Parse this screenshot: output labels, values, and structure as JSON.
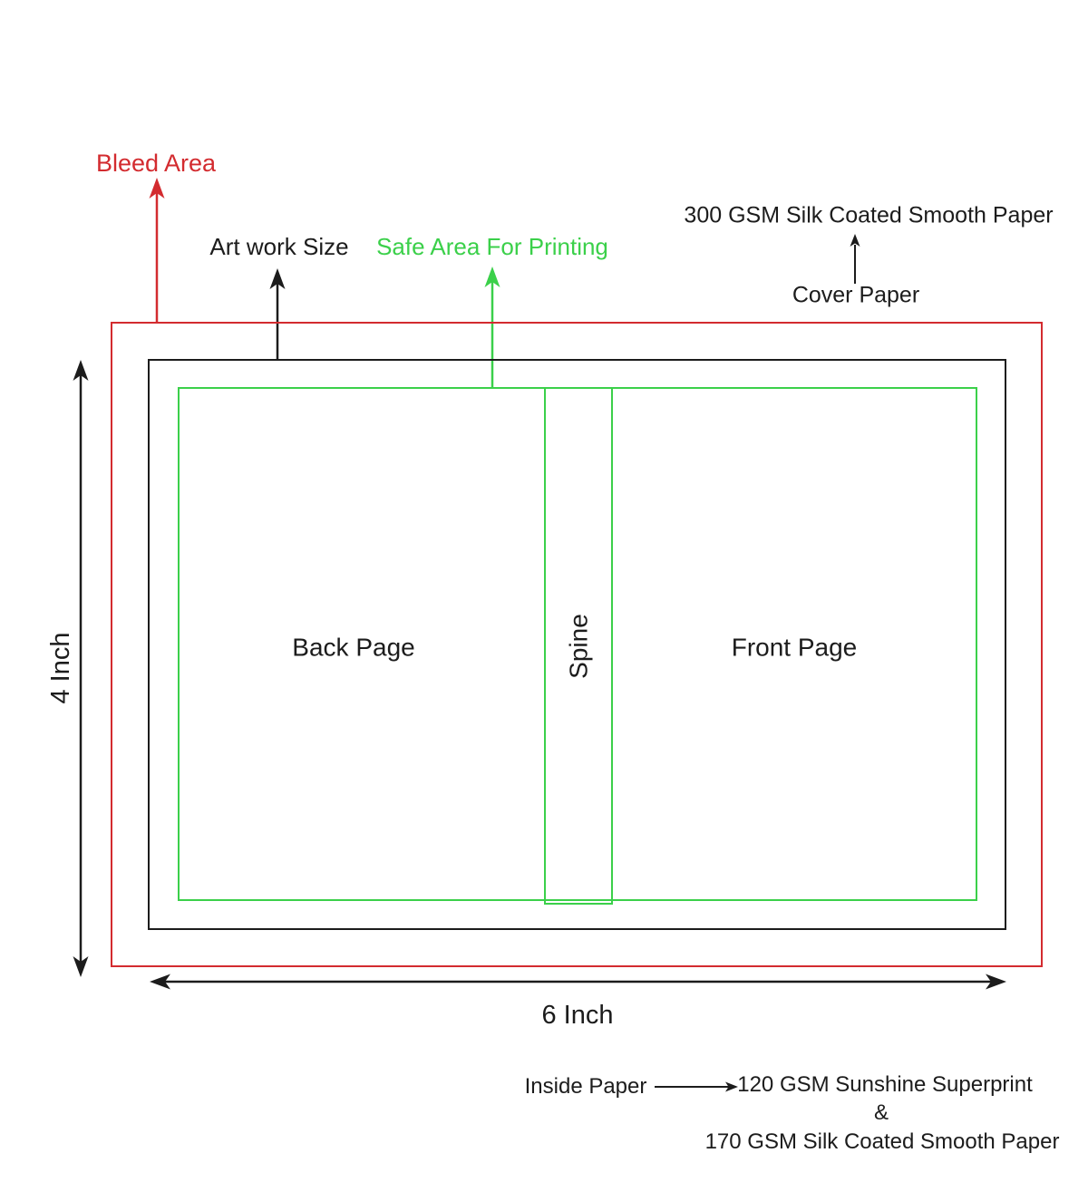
{
  "colors": {
    "red": "#d32b2f",
    "green": "#3bd04a",
    "black": "#1c1c1c"
  },
  "annotations": {
    "bleed_area": "Bleed Area",
    "artwork_size": "Art work Size",
    "safe_area": "Safe Area For Printing",
    "cover_stock": "300 GSM Silk Coated Smooth Paper",
    "cover_paper": "Cover Paper"
  },
  "regions": {
    "back_page": "Back Page",
    "spine": "Spine",
    "front_page": "Front Page"
  },
  "dimensions": {
    "height": "4 Inch",
    "width": "6 Inch"
  },
  "inside_paper": {
    "label": "Inside Paper",
    "stock_1": "120 GSM Sunshine Superprint",
    "joiner": "&",
    "stock_2": "170 GSM Silk Coated Smooth Paper"
  }
}
